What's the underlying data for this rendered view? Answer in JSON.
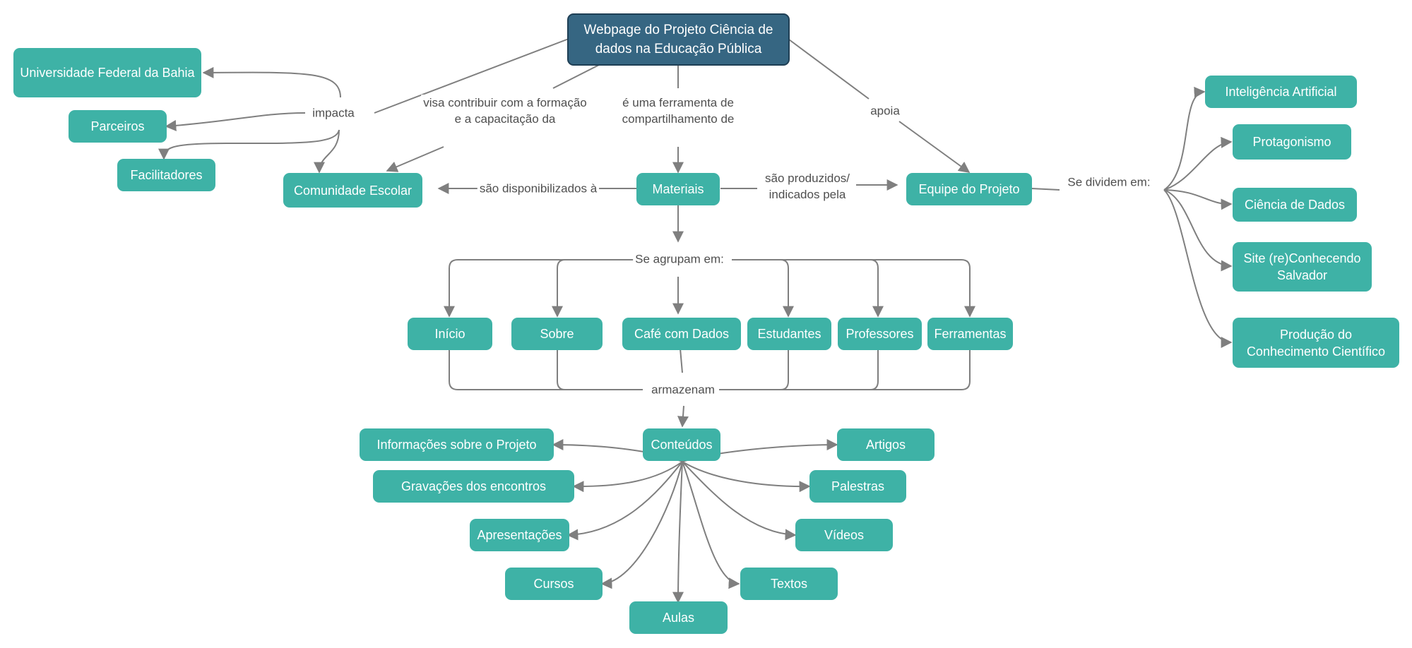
{
  "colors": {
    "node": "#3eb2a6",
    "root": "#366682",
    "edge": "#7f7f7f",
    "text": "#4f4f4f"
  },
  "nodes": {
    "root": "Webpage do Projeto Ciência de dados na Educação Pública",
    "ufba": "Universidade Federal da Bahia",
    "parceiros": "Parceiros",
    "facilitadores": "Facilitadores",
    "comunidade": "Comunidade Escolar",
    "materiais": "Materiais",
    "equipe": "Equipe do Projeto",
    "ia": "Inteligência Artificial",
    "protagonismo": "Protagonismo",
    "ciencia": "Ciência de Dados",
    "site": "Site (re)Conhecendo Salvador",
    "producao": "Produção do Conhecimento Científico",
    "inicio": "Início",
    "sobre": "Sobre",
    "cafe": "Café com Dados",
    "estudantes": "Estudantes",
    "professores": "Professores",
    "ferramentas": "Ferramentas",
    "conteudos": "Conteúdos",
    "informacoes": "Informações sobre o Projeto",
    "gravacoes": "Gravações dos encontros",
    "apresentacoes": "Apresentações",
    "cursos": "Cursos",
    "aulas": "Aulas",
    "textos": "Textos",
    "videos": "Vídeos",
    "palestras": "Palestras",
    "artigos": "Artigos"
  },
  "labels": {
    "impacta": "impacta",
    "visa": "visa contribuir com a formação\ne a capacitação da",
    "ferramenta": "é uma ferramenta de\ncompartilhamento de",
    "apoia": "apoia",
    "disponibilizados": "são disponibilizados à",
    "produzidos": "são produzidos/\nindicados pela",
    "dividem": "Se dividem em:",
    "agrupam": "Se agrupam em:",
    "armazenam": "armazenam"
  }
}
